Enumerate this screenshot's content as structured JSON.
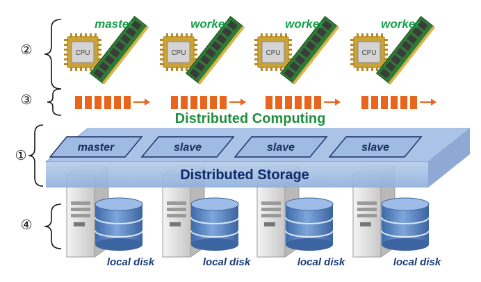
{
  "markers": {
    "m1": "①",
    "m2": "②",
    "m3": "③",
    "m4": "④"
  },
  "nodes": [
    {
      "role": "master",
      "cpu": "CPU",
      "slot": "master",
      "disk": "local disk"
    },
    {
      "role": "worker",
      "cpu": "CPU",
      "slot": "slave",
      "disk": "local disk"
    },
    {
      "role": "worker",
      "cpu": "CPU",
      "slot": "slave",
      "disk": "local disk"
    },
    {
      "role": "worker",
      "cpu": "CPU",
      "slot": "slave",
      "disk": "local disk"
    }
  ],
  "computing_title": "Distributed Computing",
  "storage_title": "Distributed Storage",
  "colors": {
    "green_text": "#16a04a",
    "task_orange": "#e8651e",
    "storage_blue": "#9ab7de",
    "storage_dark": "#0f2a67",
    "disk_blue": "#5b86c4"
  }
}
